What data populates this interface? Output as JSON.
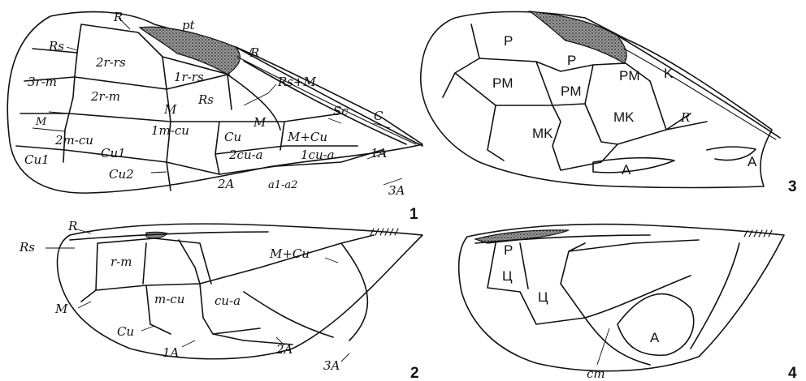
{
  "panels": [
    {
      "number": "1",
      "labels": [
        "R",
        "pt",
        "Rs",
        "2r-rs",
        "R",
        "Rs+M",
        "1r-rs",
        "3r-m",
        "2r-m",
        "Rs",
        "Sc",
        "C",
        "M",
        "M",
        "M",
        "2m-cu",
        "1m-cu",
        "Cu",
        "M+Cu",
        "Cu1",
        "Cu1",
        "2cu-a",
        "1cu-a",
        "1A",
        "Cu2",
        "2A",
        "a1-a2",
        "3A"
      ]
    },
    {
      "number": "2",
      "labels": [
        "R",
        "Rs",
        "r-m",
        "M+Cu",
        "m-cu",
        "M",
        "cu-a",
        "Cu",
        "1A",
        "2A",
        "3A"
      ]
    },
    {
      "number": "3",
      "labels": [
        "P",
        "P",
        "PM",
        "PM",
        "PM",
        "K",
        "MK",
        "MK",
        "R",
        "A",
        "A"
      ]
    },
    {
      "number": "4",
      "labels": [
        "P",
        "Ц",
        "Ц",
        "A",
        "cm"
      ]
    }
  ]
}
